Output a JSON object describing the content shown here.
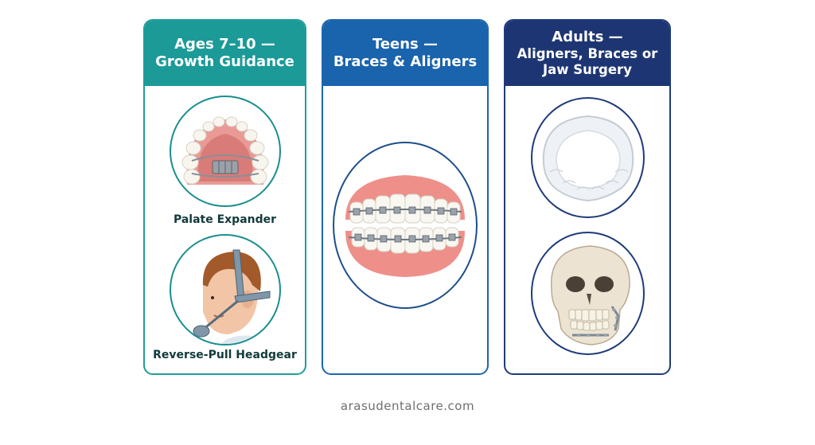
{
  "columns": [
    {
      "header_line1": "Ages 7–10 —",
      "header_line2": "Growth Guidance",
      "items": [
        {
          "caption": "Palate Expander",
          "icon": "palate-expander-icon"
        },
        {
          "caption": "Reverse-Pull Headgear",
          "icon": "headgear-child-icon"
        }
      ],
      "accent": "#1b9a98"
    },
    {
      "header_line1": "Teens —",
      "header_line2": "Braces & Aligners",
      "items": [
        {
          "icon": "braces-teeth-icon"
        }
      ],
      "accent": "#1a63ad"
    },
    {
      "header_line1": "Adults —",
      "header_line2": "Aligners, Braces or",
      "header_line3": "Jaw Surgery",
      "items": [
        {
          "icon": "clear-aligner-icon"
        },
        {
          "icon": "skull-jaw-surgery-icon"
        }
      ],
      "accent": "#1d3673"
    }
  ],
  "footer": "arasudentalcare.com"
}
